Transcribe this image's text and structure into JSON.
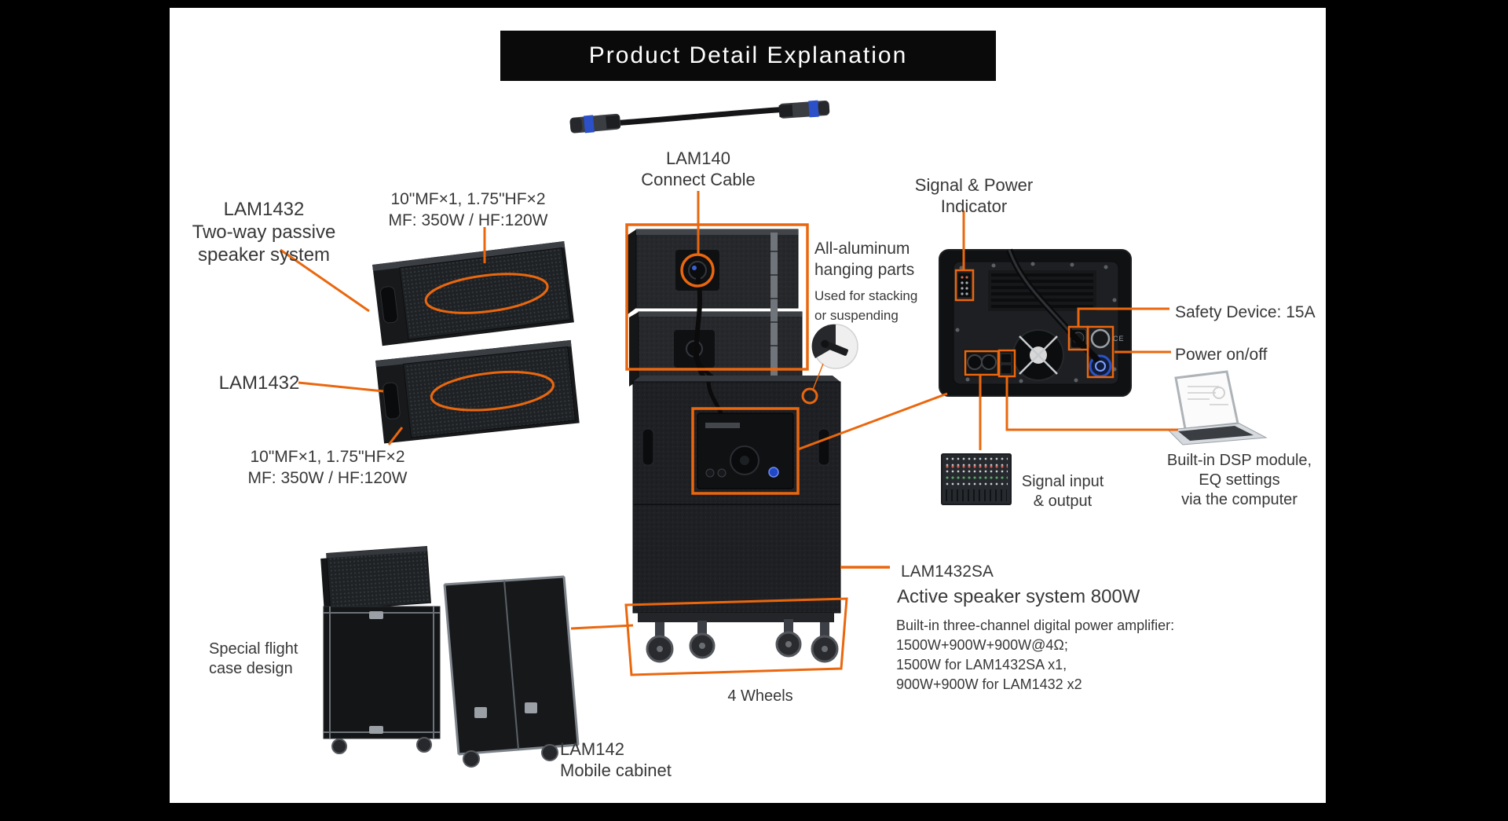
{
  "title": "Product Detail Explanation",
  "accent": "#ea670e",
  "cable_label": {
    "name": "LAM140",
    "desc": "Connect Cable"
  },
  "left_stack": {
    "top_label": {
      "name": "LAM1432",
      "line2": "Two-way passive",
      "line3": "speaker system"
    },
    "top_spec": {
      "line1": "10\"MF×1, 1.75\"HF×2",
      "line2": "MF: 350W / HF:120W"
    },
    "bottom_label": {
      "name": "LAM1432"
    },
    "bottom_spec": {
      "line1": "10\"MF×1, 1.75\"HF×2",
      "line2": "MF: 350W / HF:120W"
    }
  },
  "hanging_parts": {
    "line1": "All-aluminum",
    "line2": "hanging parts",
    "line3": "Used for stacking",
    "line4": "or suspending"
  },
  "rear_panel": {
    "indicator": {
      "line1": "Signal & Power",
      "line2": "Indicator"
    },
    "safety": "Safety Device: 15A",
    "power": "Power on/off",
    "ce_mark": "CE",
    "signal_io": {
      "line1": "Signal input",
      "line2": "& output"
    },
    "dsp": {
      "line1": "Built-in DSP module,",
      "line2": "EQ settings",
      "line3": "via the computer"
    }
  },
  "subwoofer": {
    "name": "LAM1432SA",
    "desc": "Active speaker system 800W",
    "amp_line1": "Built-in three-channel digital power amplifier:",
    "amp_line2": "1500W+900W+900W@4Ω;",
    "amp_line3": "1500W for LAM1432SA x1,",
    "amp_line4": "900W+900W for LAM1432 x2",
    "wheels": "4 Wheels"
  },
  "flight_case": {
    "line1": "Special flight",
    "line2": "case design"
  },
  "mobile_cabinet": {
    "name": "LAM142",
    "desc": "Mobile cabinet"
  }
}
